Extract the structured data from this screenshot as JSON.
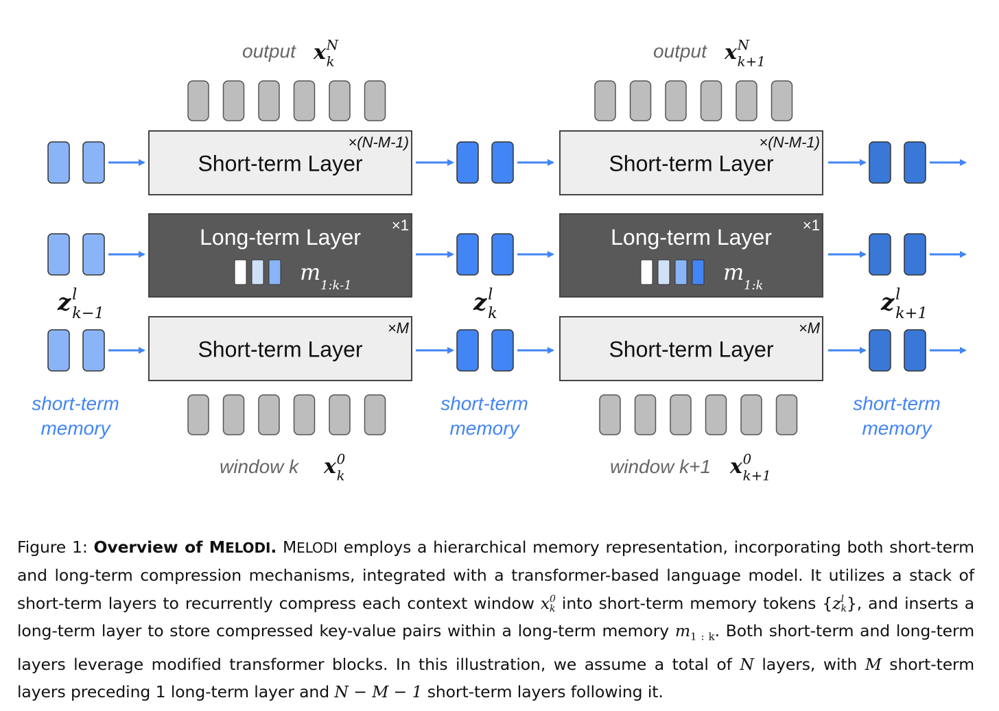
{
  "figure": {
    "columns": [
      {
        "output_label": "output",
        "output_sym": "x",
        "output_sub": "k",
        "output_sup": "N",
        "window_label": "window k",
        "input_sym": "x",
        "input_sub": "k",
        "input_sup": "0",
        "layers": [
          {
            "title": "Short-term Layer",
            "mult": "×(N-M-1)",
            "kind": "short"
          },
          {
            "title": "Long-term Layer",
            "mult": "×1",
            "kind": "long",
            "mem_sym": "m",
            "mem_sub": "1:k-1",
            "mem_cells": 3
          },
          {
            "title": "Short-term Layer",
            "mult": "×M",
            "kind": "short"
          }
        ]
      },
      {
        "output_label": "output",
        "output_sym": "x",
        "output_sub": "k+1",
        "output_sup": "N",
        "window_label": "window k+1",
        "input_sym": "x",
        "input_sub": "k+1",
        "input_sup": "0",
        "layers": [
          {
            "title": "Short-term Layer",
            "mult": "×(N-M-1)",
            "kind": "short"
          },
          {
            "title": "Long-term Layer",
            "mult": "×1",
            "kind": "long",
            "mem_sym": "m",
            "mem_sub": "1:k",
            "mem_cells": 4
          },
          {
            "title": "Short-term Layer",
            "mult": "×M",
            "kind": "short"
          }
        ]
      }
    ],
    "memory_groups": [
      {
        "sym": "z",
        "sub": "k−1",
        "sup": "l",
        "label_line1": "short-term",
        "label_line2": "memory",
        "color": "#8ab4f8"
      },
      {
        "sym": "z",
        "sub": "k",
        "sup": "l",
        "label_line1": "short-term",
        "label_line2": "memory",
        "color": "#4285f4"
      },
      {
        "sym": "z",
        "sub": "k+1",
        "sup": "l",
        "label_line1": "short-term",
        "label_line2": "memory",
        "color": "#3a78d8"
      }
    ],
    "colors": {
      "token_gray": "#bdbdbd",
      "short_layer_fill": "#eeeeee",
      "long_layer_fill": "#595959",
      "arrow": "#4285f4",
      "memory_text": "#4285f4",
      "label_gray": "#666666",
      "memory_cells": [
        "#ffffff",
        "#cfe0f7",
        "#8ab4f8",
        "#4285f4"
      ]
    }
  },
  "caption": {
    "figure_num": "Figure 1:",
    "bold_title_a": "Overview of M",
    "bold_title_b": "ELODI",
    "bold_title_c": ".",
    "name_a": "M",
    "name_b": "ELODI",
    "t1": " employs a hierarchical memory representation, incorporating both short-term and long-term compression mechanisms, integrated with a transformer-based language model. It utilizes a stack of short-term layers to recurrently compress each context window ",
    "x_sym": "x",
    "x_sup": "0",
    "x_sub": "k",
    "t2": " into short-term memory tokens {",
    "z_sym": "z",
    "z_sup": "l",
    "z_sub": "k",
    "t3": "}, and inserts a long-term layer to store compressed key-value pairs within a long-term memory ",
    "m_sym": "m",
    "m_sub": "1 : k",
    "t4": ". Both short-term and long-term layers leverage modified transformer blocks. In this illustration, we assume a total of ",
    "N": "N",
    "t5": " layers, with ",
    "M": "M",
    "t6": " short-term layers preceding 1 long-term layer and ",
    "expr": "N − M − 1",
    "t7": " short-term layers following it."
  }
}
